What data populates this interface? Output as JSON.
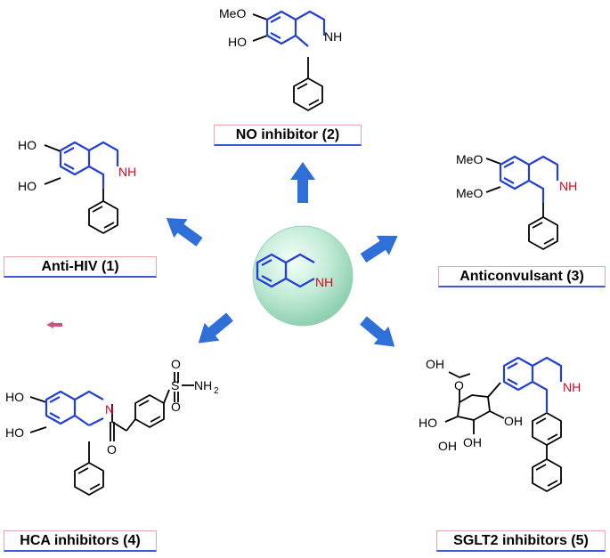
{
  "center": {
    "nh_label": "NH"
  },
  "compounds": [
    {
      "id": "c1",
      "label": "Anti-HIV (1)",
      "groups": [
        "HO",
        "HO",
        "NH"
      ]
    },
    {
      "id": "c2",
      "label": "NO inhibitor (2)",
      "groups": [
        "MeO",
        "HO",
        "NH"
      ]
    },
    {
      "id": "c3",
      "label": "Anticonvulsant (3)",
      "groups": [
        "MeO",
        "MeO",
        "NH"
      ]
    },
    {
      "id": "c4",
      "label": "HCA inhibitors (4)",
      "groups": [
        "HO",
        "HO",
        "N",
        "O",
        "S",
        "O",
        "O",
        "NH",
        "2"
      ]
    },
    {
      "id": "c5",
      "label": "SGLT2 inhibitors (5)",
      "groups": [
        "OH",
        "O",
        "HO",
        "OH",
        "OH",
        "OH",
        "NH"
      ]
    }
  ],
  "colors": {
    "arrow": "#2f6fd8",
    "core_bond": "#2440d0",
    "nitrogen": "#e0001b",
    "center_circle": "#bfe9d4"
  }
}
